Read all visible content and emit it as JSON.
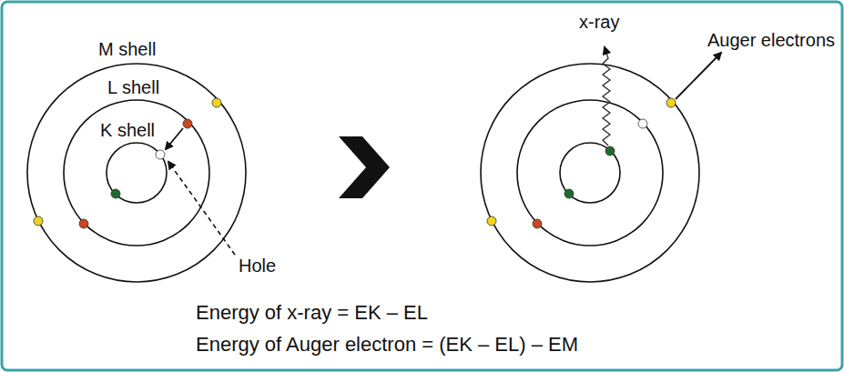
{
  "diagram": {
    "labels": [
      "M shell",
      "L shell",
      "K shell",
      "Hole",
      "x-ray",
      "Auger electrons",
      "Energy of x-ray = EK – EL",
      "Energy of Auger electron = (EK – EL) – EM"
    ]
  }
}
